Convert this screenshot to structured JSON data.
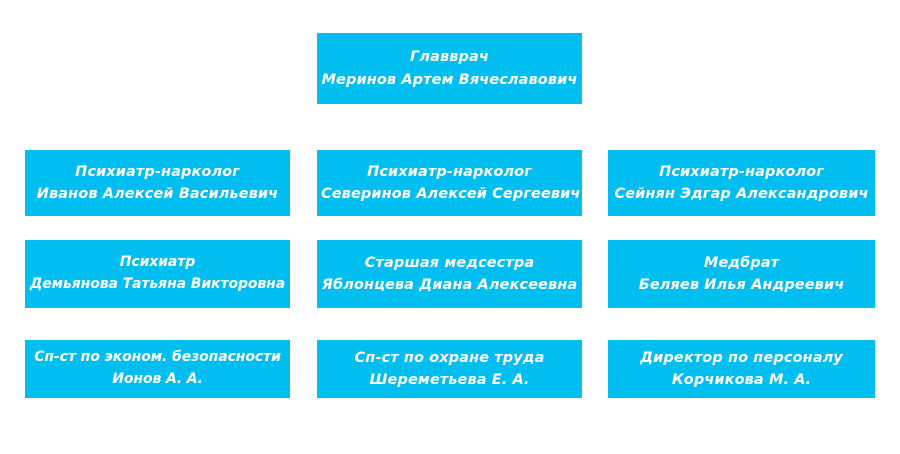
{
  "theme": {
    "box_color": "#00BFF0",
    "text_color": "#FFFFFF",
    "background_color": "#FFFFFF"
  },
  "chart": {
    "type": "org-chart",
    "root": {
      "title": "Главврач",
      "name": "Меринов Артем Вячеславович"
    },
    "rows": [
      {
        "nodes": [
          {
            "title": "Психиатр-нарколог",
            "name": "Иванов Алексей Васильевич"
          },
          {
            "title": "Психиатр-нарколог",
            "name": "Северинов Алексей Сергеевич"
          },
          {
            "title": "Психиатр-нарколог",
            "name": "Сейнян Эдгар Александрович"
          }
        ]
      },
      {
        "nodes": [
          {
            "title": "Психиатр",
            "name": "Демьянова Татьяна Викторовна"
          },
          {
            "title": "Старшая медсестра",
            "name": "Яблонцева Диана Алексеевна"
          },
          {
            "title": "Медбрат",
            "name": "Беляев Илья Андреевич"
          }
        ]
      },
      {
        "nodes": [
          {
            "title": "Сп-ст по эконом. безопасности",
            "name": "Ионов А. А."
          },
          {
            "title": "Сп-ст по охране труда",
            "name": "Шереметьева Е. А."
          },
          {
            "title": "Директор по персоналу",
            "name": "Корчикова М. А."
          }
        ]
      }
    ]
  }
}
